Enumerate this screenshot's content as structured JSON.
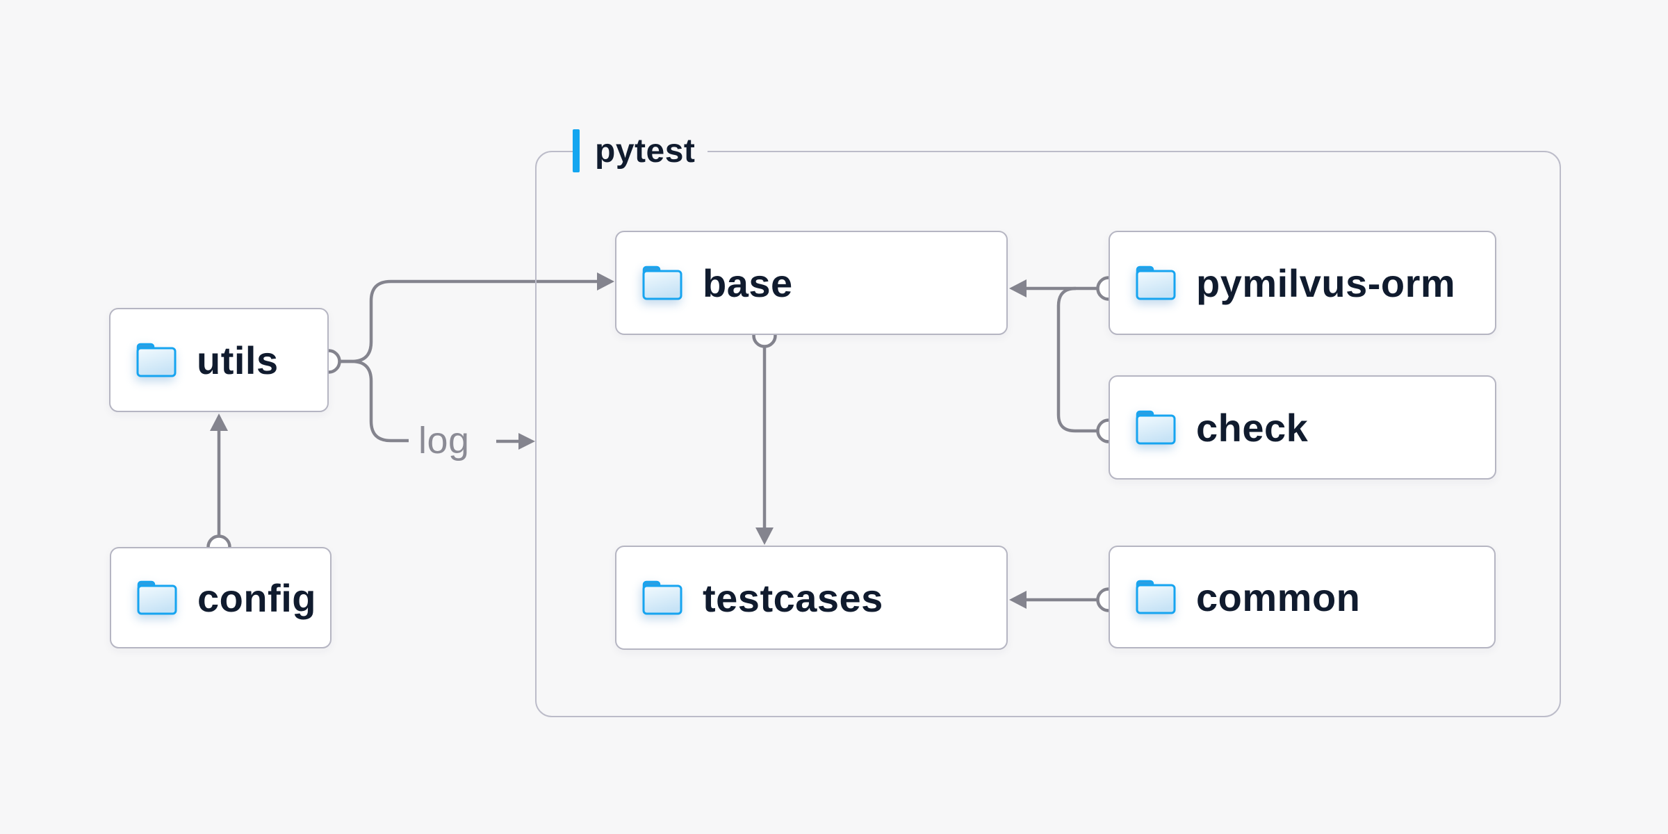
{
  "theme": {
    "background": "#f7f7f8",
    "box_background": "#ffffff",
    "box_border": "#b5b5c2",
    "container_border": "#bcbcc9",
    "connector": "#84848e",
    "arrow": "#84848e",
    "label_text": "#101b2e",
    "edge_label_text": "#8b8b95",
    "accent_blue": "#14a6f0",
    "folder_stroke": "#16a4f0",
    "folder_tab": "#2d9ee1",
    "folder_fill_light": "#f2fafe",
    "folder_fill_dark": "#c7e3f6"
  },
  "diagram": {
    "container": {
      "label": "pytest"
    },
    "edge_label": "log",
    "nodes": [
      {
        "id": "utils",
        "label": "utils"
      },
      {
        "id": "config",
        "label": "config"
      },
      {
        "id": "base",
        "label": "base"
      },
      {
        "id": "testcases",
        "label": "testcases"
      },
      {
        "id": "pymilvus-orm",
        "label": "pymilvus-orm"
      },
      {
        "id": "check",
        "label": "check"
      },
      {
        "id": "common",
        "label": "common"
      }
    ],
    "edges": [
      {
        "from": "config",
        "to": "utils"
      },
      {
        "from": "utils",
        "to": "base"
      },
      {
        "from": "utils",
        "to": "log"
      },
      {
        "from": "base",
        "to": "testcases"
      },
      {
        "from": "pymilvus-orm",
        "to": "base"
      },
      {
        "from": "check",
        "to": "base"
      },
      {
        "from": "common",
        "to": "testcases"
      }
    ]
  }
}
